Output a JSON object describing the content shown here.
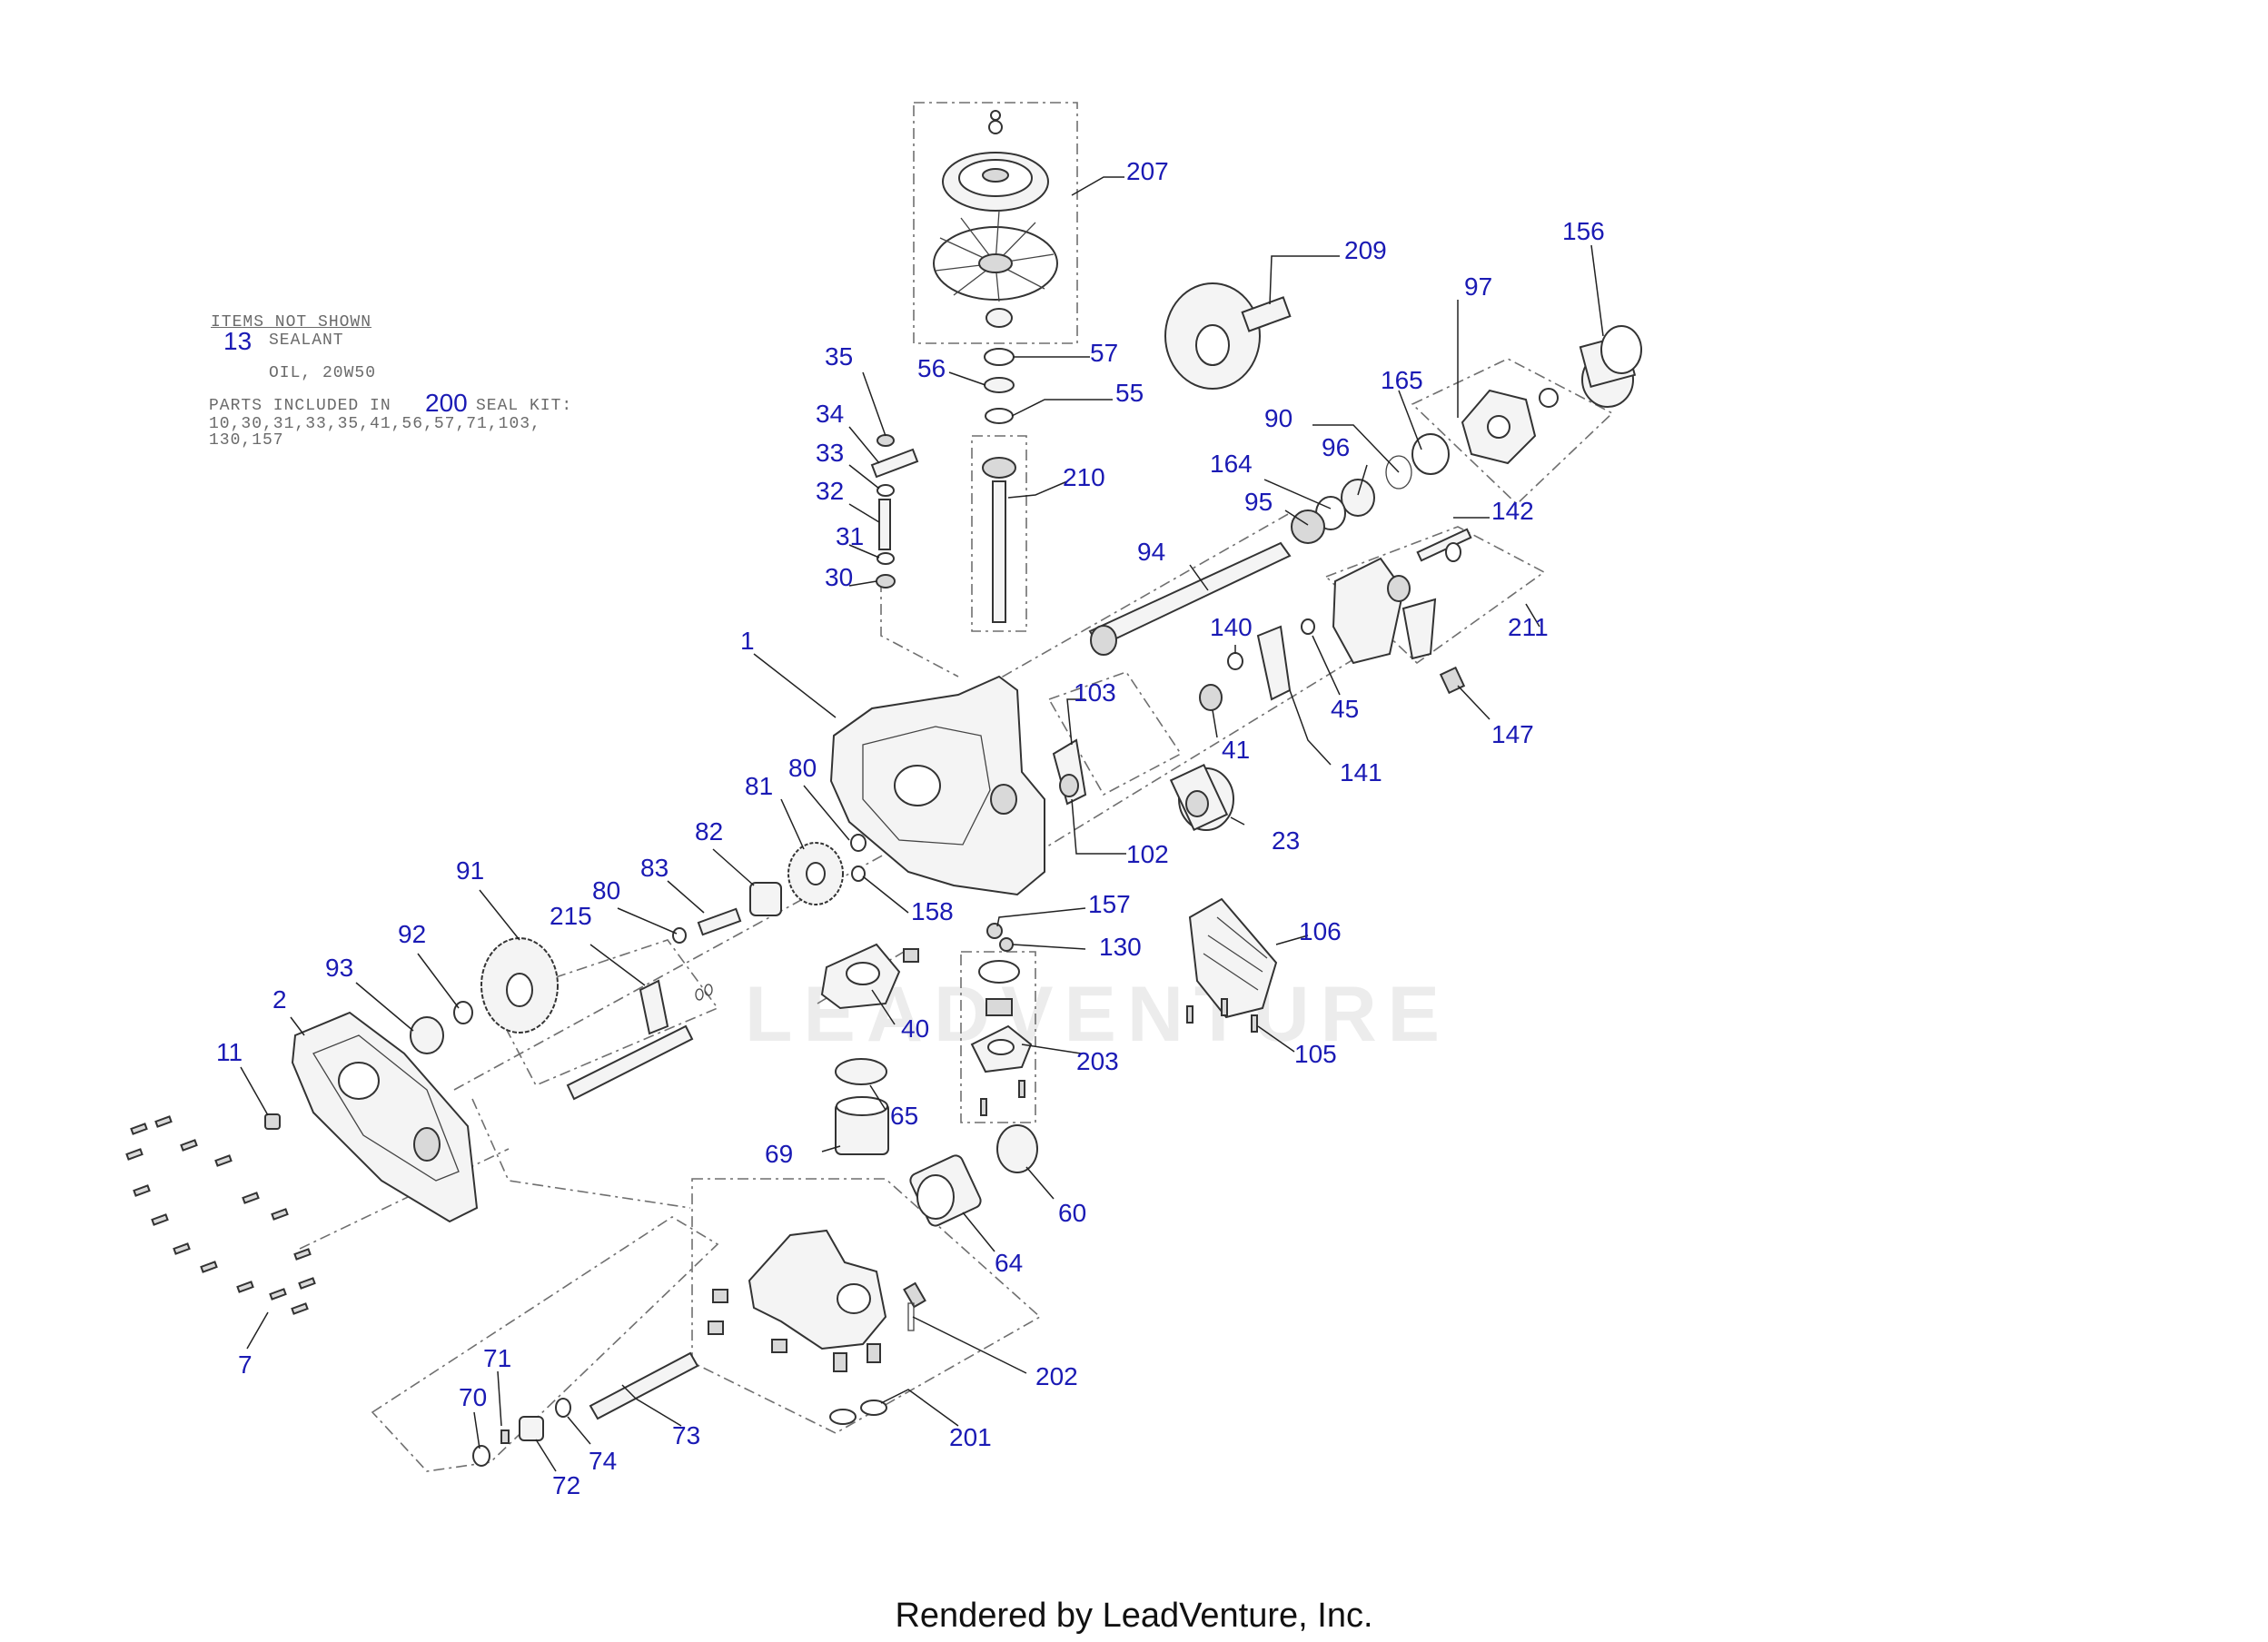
{
  "notes": {
    "items_not_shown": "ITEMS NOT SHOWN",
    "item_13_num": "13",
    "item_13_text": "SEALANT",
    "oil_text": "OIL, 20W50",
    "parts_included_prefix": "PARTS INCLUDED IN",
    "seal_kit_num": "200",
    "seal_kit_text": "SEAL KIT:",
    "seal_kit_list_line1": "10,30,31,33,35,41,56,57,71,103,",
    "seal_kit_list_line2": "130,157"
  },
  "watermark": "LEADVENTURE",
  "footer": "Rendered by LeadVenture, Inc.",
  "callouts": [
    {
      "id": "207",
      "label": "207"
    },
    {
      "id": "209",
      "label": "209"
    },
    {
      "id": "156",
      "label": "156"
    },
    {
      "id": "97",
      "label": "97"
    },
    {
      "id": "165",
      "label": "165"
    },
    {
      "id": "90",
      "label": "90"
    },
    {
      "id": "96",
      "label": "96"
    },
    {
      "id": "164",
      "label": "164"
    },
    {
      "id": "95",
      "label": "95"
    },
    {
      "id": "142",
      "label": "142"
    },
    {
      "id": "94",
      "label": "94"
    },
    {
      "id": "211",
      "label": "211"
    },
    {
      "id": "140",
      "label": "140"
    },
    {
      "id": "45",
      "label": "45"
    },
    {
      "id": "147",
      "label": "147"
    },
    {
      "id": "103",
      "label": "103"
    },
    {
      "id": "41",
      "label": "41"
    },
    {
      "id": "141",
      "label": "141"
    },
    {
      "id": "23",
      "label": "23"
    },
    {
      "id": "102",
      "label": "102"
    },
    {
      "id": "35",
      "label": "35"
    },
    {
      "id": "34",
      "label": "34"
    },
    {
      "id": "33",
      "label": "33"
    },
    {
      "id": "32",
      "label": "32"
    },
    {
      "id": "31",
      "label": "31"
    },
    {
      "id": "30",
      "label": "30"
    },
    {
      "id": "56",
      "label": "56"
    },
    {
      "id": "57",
      "label": "57"
    },
    {
      "id": "55",
      "label": "55"
    },
    {
      "id": "210",
      "label": "210"
    },
    {
      "id": "1",
      "label": "1"
    },
    {
      "id": "80a",
      "label": "80"
    },
    {
      "id": "81",
      "label": "81"
    },
    {
      "id": "82",
      "label": "82"
    },
    {
      "id": "83",
      "label": "83"
    },
    {
      "id": "80b",
      "label": "80"
    },
    {
      "id": "158",
      "label": "158"
    },
    {
      "id": "157",
      "label": "157"
    },
    {
      "id": "130",
      "label": "130"
    },
    {
      "id": "106",
      "label": "106"
    },
    {
      "id": "105",
      "label": "105"
    },
    {
      "id": "91",
      "label": "91"
    },
    {
      "id": "215",
      "label": "215"
    },
    {
      "id": "92",
      "label": "92"
    },
    {
      "id": "93",
      "label": "93"
    },
    {
      "id": "2",
      "label": "2"
    },
    {
      "id": "11",
      "label": "11"
    },
    {
      "id": "40",
      "label": "40"
    },
    {
      "id": "203",
      "label": "203"
    },
    {
      "id": "65",
      "label": "65"
    },
    {
      "id": "69",
      "label": "69"
    },
    {
      "id": "60",
      "label": "60"
    },
    {
      "id": "64",
      "label": "64"
    },
    {
      "id": "7",
      "label": "7"
    },
    {
      "id": "202",
      "label": "202"
    },
    {
      "id": "201",
      "label": "201"
    },
    {
      "id": "71",
      "label": "71"
    },
    {
      "id": "70",
      "label": "70"
    },
    {
      "id": "73",
      "label": "73"
    },
    {
      "id": "74",
      "label": "74"
    },
    {
      "id": "72",
      "label": "72"
    }
  ]
}
